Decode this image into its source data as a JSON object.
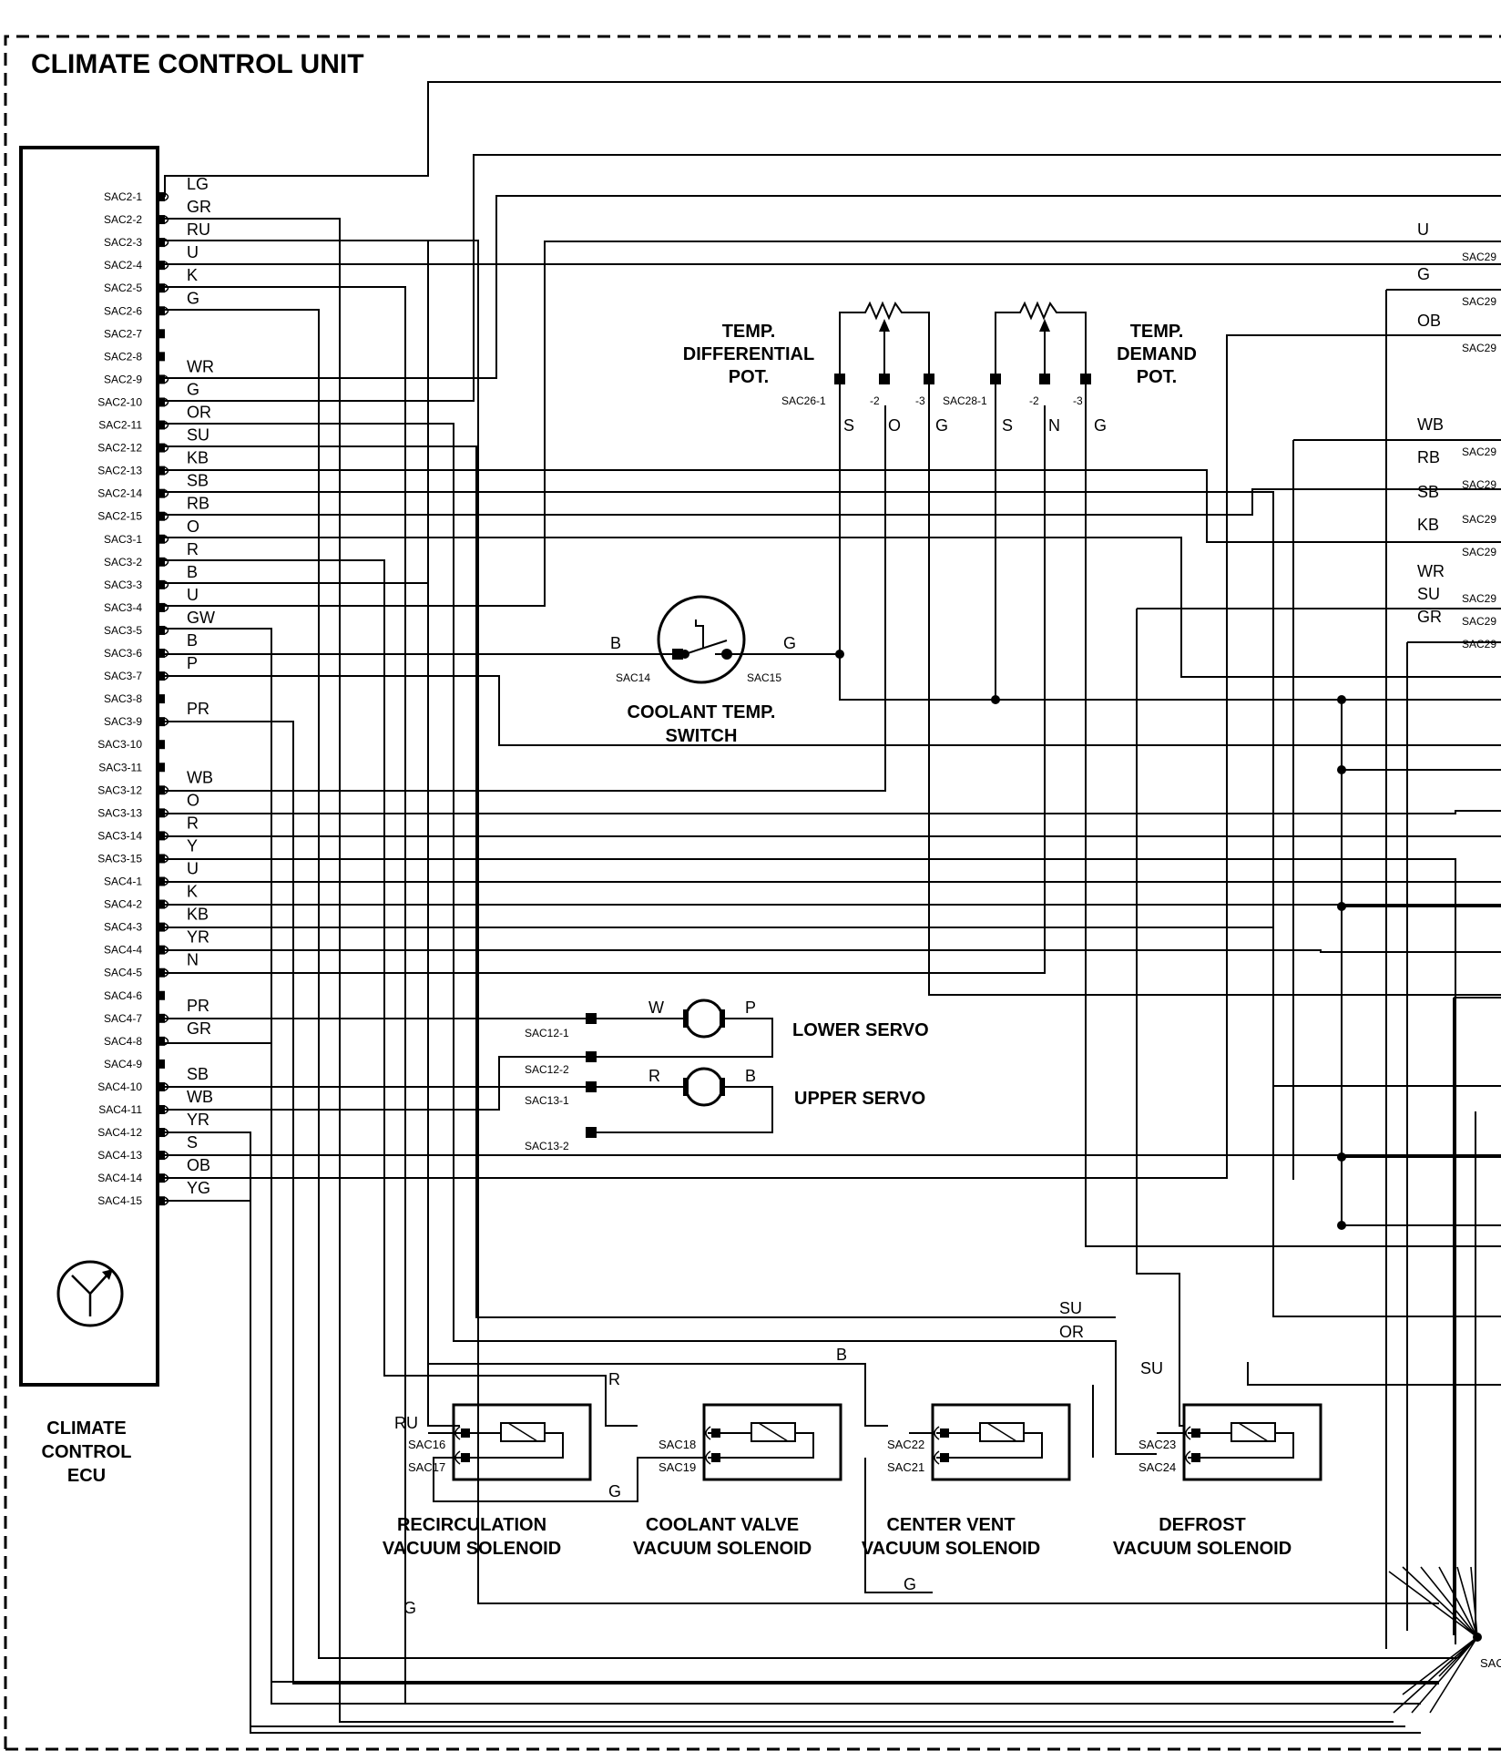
{
  "unit": {
    "title": "CLIMATE CONTROL UNIT",
    "ecu_label": [
      "CLIMATE",
      "CONTROL",
      "ECU"
    ]
  },
  "ecu_pins": [
    {
      "pin": "SAC2-1",
      "wire": "LG"
    },
    {
      "pin": "SAC2-2",
      "wire": "GR"
    },
    {
      "pin": "SAC2-3",
      "wire": "RU"
    },
    {
      "pin": "SAC2-4",
      "wire": "U"
    },
    {
      "pin": "SAC2-5",
      "wire": "K"
    },
    {
      "pin": "SAC2-6",
      "wire": "G"
    },
    {
      "pin": "SAC2-7",
      "wire": ""
    },
    {
      "pin": "SAC2-8",
      "wire": ""
    },
    {
      "pin": "SAC2-9",
      "wire": "WR"
    },
    {
      "pin": "SAC2-10",
      "wire": "G"
    },
    {
      "pin": "SAC2-11",
      "wire": "OR"
    },
    {
      "pin": "SAC2-12",
      "wire": "SU"
    },
    {
      "pin": "SAC2-13",
      "wire": "KB"
    },
    {
      "pin": "SAC2-14",
      "wire": "SB"
    },
    {
      "pin": "SAC2-15",
      "wire": "RB"
    },
    {
      "pin": "SAC3-1",
      "wire": "O"
    },
    {
      "pin": "SAC3-2",
      "wire": "R"
    },
    {
      "pin": "SAC3-3",
      "wire": "B"
    },
    {
      "pin": "SAC3-4",
      "wire": "U"
    },
    {
      "pin": "SAC3-5",
      "wire": "GW"
    },
    {
      "pin": "SAC3-6",
      "wire": "B"
    },
    {
      "pin": "SAC3-7",
      "wire": "P"
    },
    {
      "pin": "SAC3-8",
      "wire": ""
    },
    {
      "pin": "SAC3-9",
      "wire": "PR"
    },
    {
      "pin": "SAC3-10",
      "wire": ""
    },
    {
      "pin": "SAC3-11",
      "wire": ""
    },
    {
      "pin": "SAC3-12",
      "wire": "WB"
    },
    {
      "pin": "SAC3-13",
      "wire": "O"
    },
    {
      "pin": "SAC3-14",
      "wire": "R"
    },
    {
      "pin": "SAC3-15",
      "wire": "Y"
    },
    {
      "pin": "SAC4-1",
      "wire": "U"
    },
    {
      "pin": "SAC4-2",
      "wire": "K"
    },
    {
      "pin": "SAC4-3",
      "wire": "KB"
    },
    {
      "pin": "SAC4-4",
      "wire": "YR"
    },
    {
      "pin": "SAC4-5",
      "wire": "N"
    },
    {
      "pin": "SAC4-6",
      "wire": ""
    },
    {
      "pin": "SAC4-7",
      "wire": "PR"
    },
    {
      "pin": "SAC4-8",
      "wire": "GR"
    },
    {
      "pin": "SAC4-9",
      "wire": ""
    },
    {
      "pin": "SAC4-10",
      "wire": "SB"
    },
    {
      "pin": "SAC4-11",
      "wire": "WB"
    },
    {
      "pin": "SAC4-12",
      "wire": "YR"
    },
    {
      "pin": "SAC4-13",
      "wire": "S"
    },
    {
      "pin": "SAC4-14",
      "wire": "OB"
    },
    {
      "pin": "SAC4-15",
      "wire": "YG"
    }
  ],
  "pots": {
    "differential": {
      "label": [
        "TEMP.",
        "DIFFERENTIAL",
        "POT."
      ],
      "pins": [
        "SAC26-1",
        "-2",
        "-3"
      ],
      "wires": [
        "S",
        "O",
        "G"
      ]
    },
    "demand": {
      "label": [
        "TEMP.",
        "DEMAND",
        "POT."
      ],
      "pins": [
        "SAC28-1",
        "-2",
        "-3"
      ],
      "wires": [
        "S",
        "N",
        "G"
      ]
    }
  },
  "coolant_switch": {
    "label": [
      "COOLANT TEMP.",
      "SWITCH"
    ],
    "left_pin": "SAC14",
    "right_pin": "SAC15",
    "left_wire": "B",
    "right_wire": "G"
  },
  "servos": {
    "lower": {
      "label": "LOWER SERVO",
      "pins": [
        "SAC12-1",
        "SAC12-2"
      ],
      "wires": [
        "W",
        "P"
      ]
    },
    "upper": {
      "label": "UPPER SERVO",
      "pins": [
        "SAC13-1",
        "SAC13-2"
      ],
      "wires": [
        "R",
        "B"
      ]
    }
  },
  "solenoids": [
    {
      "label": [
        "RECIRCULATION",
        "VACUUM SOLENOID"
      ],
      "pins": [
        "SAC16",
        "SAC17"
      ],
      "wire_top": "RU",
      "wire_bottom": "G"
    },
    {
      "label": [
        "COOLANT VALVE",
        "VACUUM SOLENOID"
      ],
      "pins": [
        "SAC18",
        "SAC19"
      ],
      "wire_top": "R",
      "wire_bottom": ""
    },
    {
      "label": [
        "CENTER VENT",
        "VACUUM SOLENOID"
      ],
      "pins": [
        "SAC22",
        "SAC21"
      ],
      "wire_top": "B",
      "wire_bottom": "G"
    },
    {
      "label": [
        "DEFROST",
        "VACUUM SOLENOID"
      ],
      "pins": [
        "SAC23",
        "SAC24"
      ],
      "wire_top": "SU",
      "wire_bottom": "OR"
    }
  ],
  "right_edge_wires": [
    "U",
    "G",
    "OB",
    "WB",
    "RB",
    "SB",
    "KB",
    "WR",
    "SU",
    "GR"
  ],
  "right_edge_pin": "SAC29",
  "ground_pin": "SAC",
  "misc_wires": {
    "su_low": "SU",
    "or_low": "OR",
    "su_defrost": "SU",
    "b_center": "B",
    "r_coolant": "R",
    "g_center": "G",
    "g_bottom": "G"
  }
}
